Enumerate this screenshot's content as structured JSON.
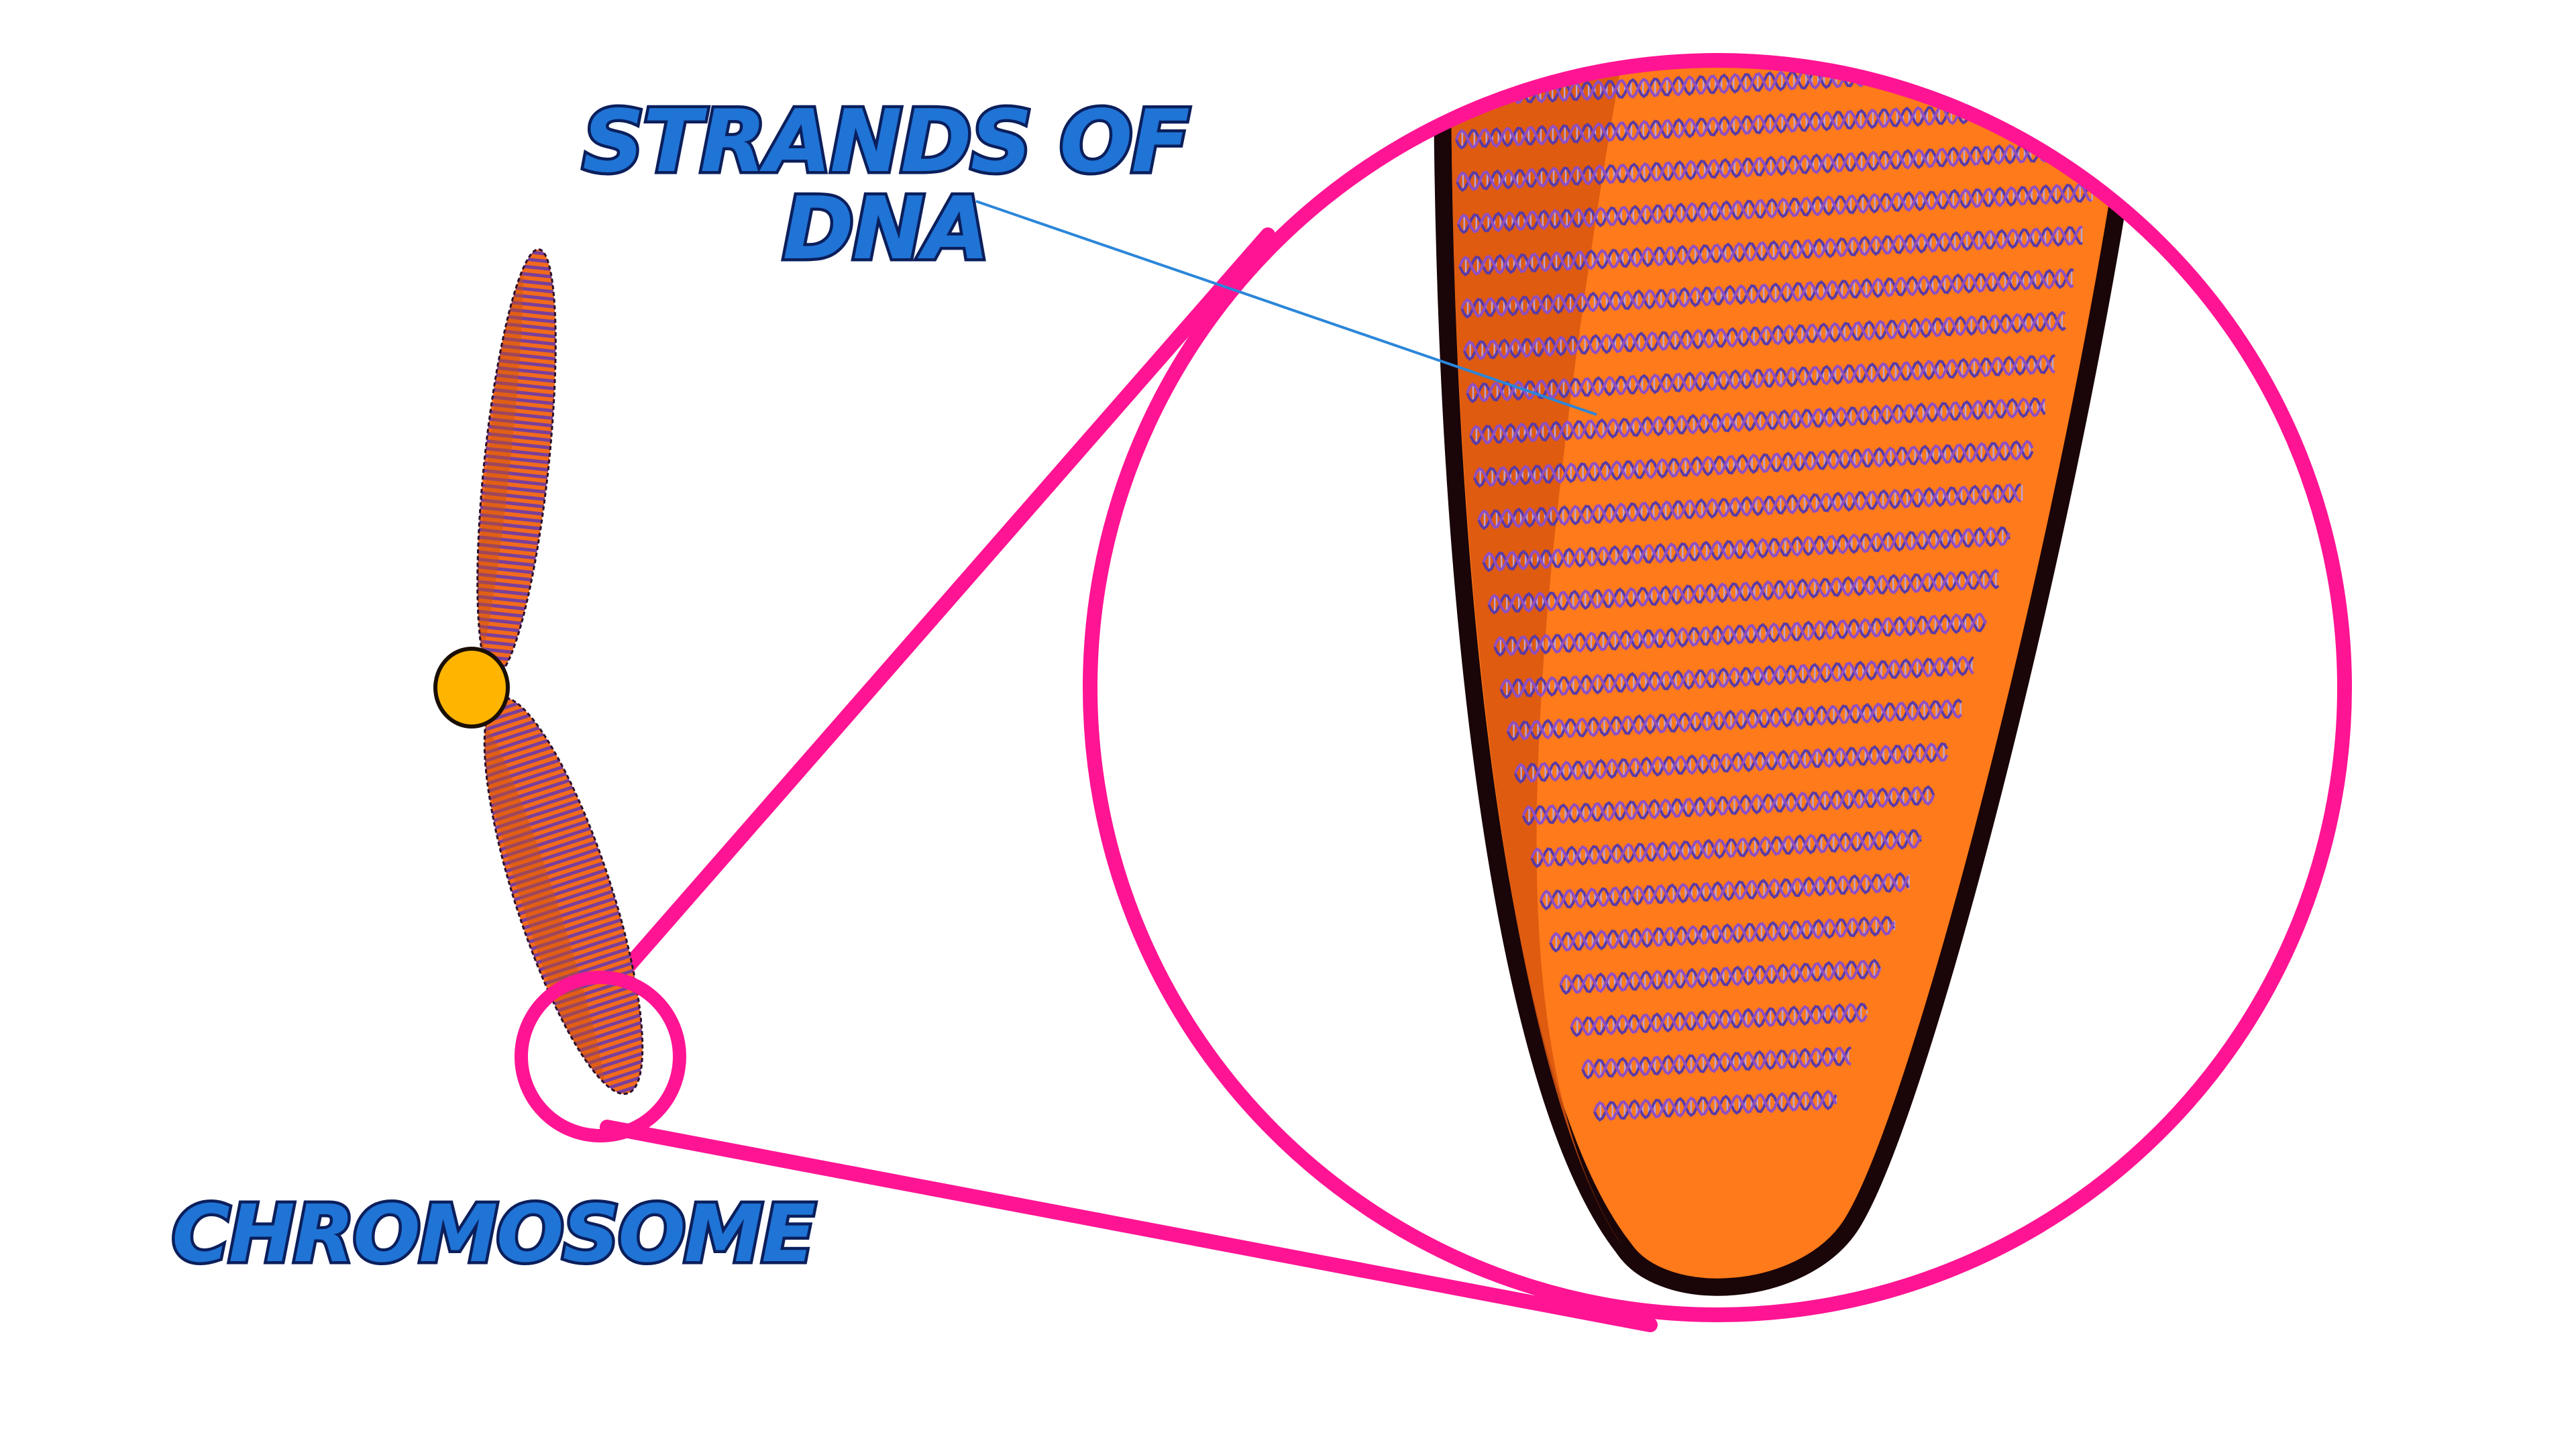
{
  "labels": {
    "dna_line1": "STRANDS OF",
    "dna_line2": "DNA",
    "chromosome": "CHROMOSOME"
  },
  "colors": {
    "label_fill": "#1f74d6",
    "label_stroke": "#0b1f5c",
    "magnifier": "#ff1493",
    "chromosome_fill": "#f26a1b",
    "chromosome_band": "#7a3f9b",
    "chromosome_shade": "#c9500f",
    "centromere": "#ffb400",
    "zoom_fill": "#ff7a1a",
    "zoom_shade": "#d9560f",
    "zoom_outline": "#1a0508",
    "dna_strand": "#5a3aa6",
    "dna_rung": "#b8a2d8",
    "leader_line": "#2b86d9"
  },
  "icons": {
    "chromosome": "chromosome-illustration",
    "magnifier": "magnifier-circle",
    "centromere": "centromere-dot"
  }
}
